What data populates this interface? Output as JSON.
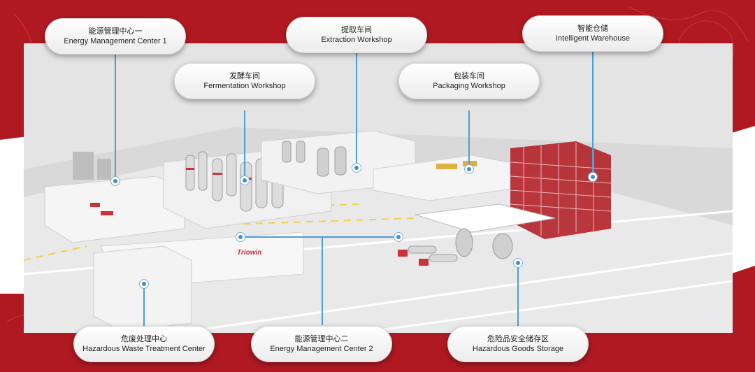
{
  "labels": {
    "energy1": {
      "zh": "能源管理中心一",
      "en": "Energy Management Center 1",
      "icon": "factory-icon"
    },
    "extraction": {
      "zh": "提取车间",
      "en": "Extraction Workshop",
      "icon": "factory-icon"
    },
    "warehouse": {
      "zh": "智能仓储",
      "en": "Intelligent Warehouse",
      "icon": "warehouse-icon"
    },
    "fermentation": {
      "zh": "发酵车间",
      "en": "Fermentation Workshop",
      "icon": "factory-icon"
    },
    "packaging": {
      "zh": "包装车间",
      "en": "Packaging Workshop",
      "icon": "factory-icon"
    },
    "hazwaste": {
      "zh": "危废处理中心",
      "en": "Hazardous Waste Treatment Center",
      "icon": "factory-icon"
    },
    "energy2": {
      "zh": "能源管理中心二",
      "en": "Energy Management Center 2",
      "icon": "factory-icon"
    },
    "hazgoods": {
      "zh": "危险品安全储存区",
      "en": "Hazardous Goods Storage",
      "icon": "storage-tank-icon"
    }
  },
  "brand": {
    "logo": "Triowin"
  },
  "colors": {
    "background": "#b21a22",
    "accent": "#4a9fd8",
    "rack": "#b3262c"
  }
}
